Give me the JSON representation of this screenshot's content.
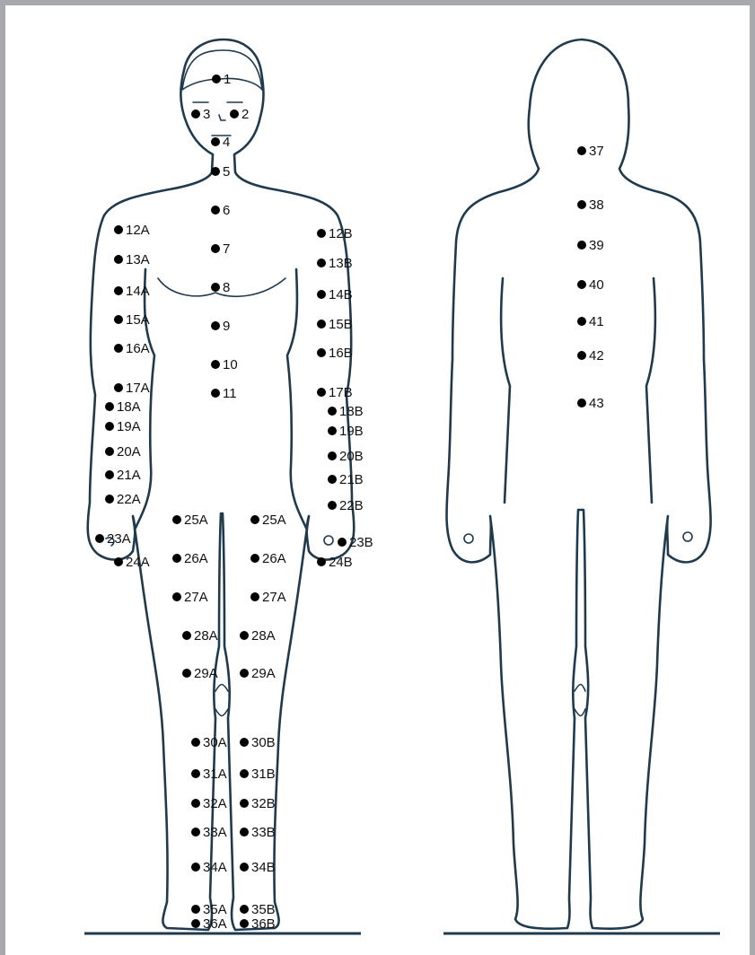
{
  "diagram": {
    "front_points": [
      {
        "label": "1"
      },
      {
        "label": "3"
      },
      {
        "label": "2"
      },
      {
        "label": "4"
      },
      {
        "label": "5"
      },
      {
        "label": "6"
      },
      {
        "label": "7"
      },
      {
        "label": "8"
      },
      {
        "label": "9"
      },
      {
        "label": "10"
      },
      {
        "label": "11"
      },
      {
        "label": "12A"
      },
      {
        "label": "13A"
      },
      {
        "label": "14A"
      },
      {
        "label": "15A"
      },
      {
        "label": "16A"
      },
      {
        "label": "17A"
      },
      {
        "label": "18A"
      },
      {
        "label": "19A"
      },
      {
        "label": "20A"
      },
      {
        "label": "21A"
      },
      {
        "label": "22A"
      },
      {
        "label": "23A"
      },
      {
        "label": "24A"
      },
      {
        "label": "12B"
      },
      {
        "label": "13B"
      },
      {
        "label": "14B"
      },
      {
        "label": "15B"
      },
      {
        "label": "16B"
      },
      {
        "label": "17B"
      },
      {
        "label": "18B"
      },
      {
        "label": "19B"
      },
      {
        "label": "20B"
      },
      {
        "label": "21B"
      },
      {
        "label": "22B"
      },
      {
        "label": "23B"
      },
      {
        "label": "24B"
      },
      {
        "label": "25A"
      },
      {
        "label": "26A"
      },
      {
        "label": "27A"
      },
      {
        "label": "28A"
      },
      {
        "label": "29A"
      },
      {
        "label": "25A"
      },
      {
        "label": "26A"
      },
      {
        "label": "27A"
      },
      {
        "label": "28A"
      },
      {
        "label": "29A"
      },
      {
        "label": "30A"
      },
      {
        "label": "31A"
      },
      {
        "label": "32A"
      },
      {
        "label": "33A"
      },
      {
        "label": "34A"
      },
      {
        "label": "35A"
      },
      {
        "label": "36A"
      },
      {
        "label": "30B"
      },
      {
        "label": "31B"
      },
      {
        "label": "32B"
      },
      {
        "label": "33B"
      },
      {
        "label": "34B"
      },
      {
        "label": "35B"
      },
      {
        "label": "36B"
      }
    ],
    "back_points": [
      {
        "label": "37"
      },
      {
        "label": "38"
      },
      {
        "label": "39"
      },
      {
        "label": "40"
      },
      {
        "label": "41"
      },
      {
        "label": "42"
      },
      {
        "label": "43"
      }
    ],
    "colors": {
      "outline": "#1f3a4d",
      "point": "#000000",
      "frame": "#a8a9ac"
    }
  }
}
